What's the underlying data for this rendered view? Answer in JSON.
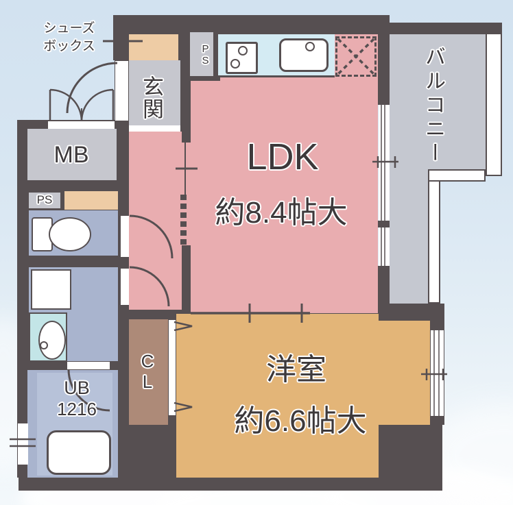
{
  "plan_title": "apartment-floor-plan",
  "palette": {
    "wall": "#564f51",
    "ldk_pink": "#e9adb0",
    "room_tan": "#e3b578",
    "closet_brown": "#ad8a78",
    "entry_gray": "#c6c7ce",
    "balcony_gray": "#c5c8d0",
    "bath_blue": "#a9b4ce",
    "bath_inner": "#b7c2d9",
    "counter_blue": "#d4ebf3",
    "basin_cyan": "#c3e5e7",
    "box_tan": "#eecca5",
    "sky": "#d2e2f0",
    "text": "#3d393b"
  },
  "rooms": {
    "ldk": {
      "name": "LDK",
      "size": "約8.4帖大"
    },
    "western_room": {
      "name": "洋室",
      "size": "約6.6帖大"
    },
    "balcony": {
      "label": "バルコニー"
    },
    "entrance": {
      "label": "玄関"
    },
    "shoe_box": {
      "line1": "シューズ",
      "line2": "ボックス"
    },
    "meter_box": {
      "label": "MB"
    },
    "pipe_space_left": {
      "label": "PS"
    },
    "pipe_space_kitchen": {
      "label": "PS"
    },
    "closet": {
      "label": "CL"
    },
    "unit_bath": {
      "name": "UB",
      "size": "1216"
    }
  },
  "fixtures": {
    "stove": "gas-stove-2-burner-icon",
    "sink": "kitchen-sink-icon",
    "refrigerator_space": "refrigerator-space-dashed-icon",
    "toilet": "toilet-icon",
    "washer_pan": "washing-machine-pan-icon",
    "washbasin": "washbasin-icon",
    "bathtub": "bathtub-icon",
    "shoe_cabinet": "shoe-cabinet-icon",
    "doors": [
      "entrance-door-arc",
      "meter-box-double-doors",
      "toilet-door-arc",
      "washroom-door-arc",
      "bath-door-arc",
      "closet-bifold-arrows"
    ]
  }
}
